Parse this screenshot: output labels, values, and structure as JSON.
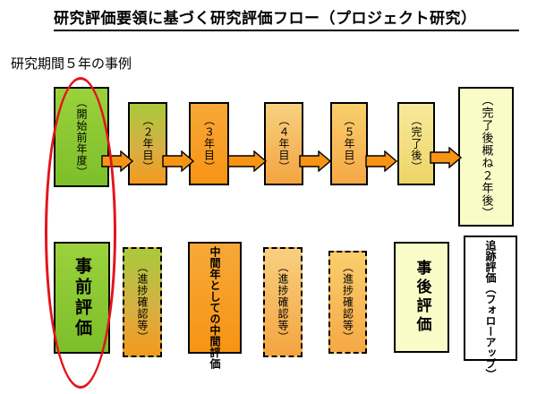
{
  "title": "研究評価要領に基づく研究評価フロー（プロジェクト研究）",
  "subtitle": "研究期間５年の事例",
  "timeline": [
    "（開始前年度）",
    "（２年目）",
    "（３年目）",
    "（４年目）",
    "（５年目）",
    "（完了後）",
    "（完了後概ね２年後）"
  ],
  "evaluations": [
    "事前評価",
    "（進捗確認等）",
    "中間年としての中間評価",
    "（進捗確認等）",
    "（進捗確認等）",
    "事後評価",
    "追跡評価（フォローアップ）"
  ],
  "colors": {
    "highlight_oval": "#e2141b",
    "green": "#7cbf2a",
    "orange": "#f79414",
    "pale_yellow": "#fafcc8"
  }
}
